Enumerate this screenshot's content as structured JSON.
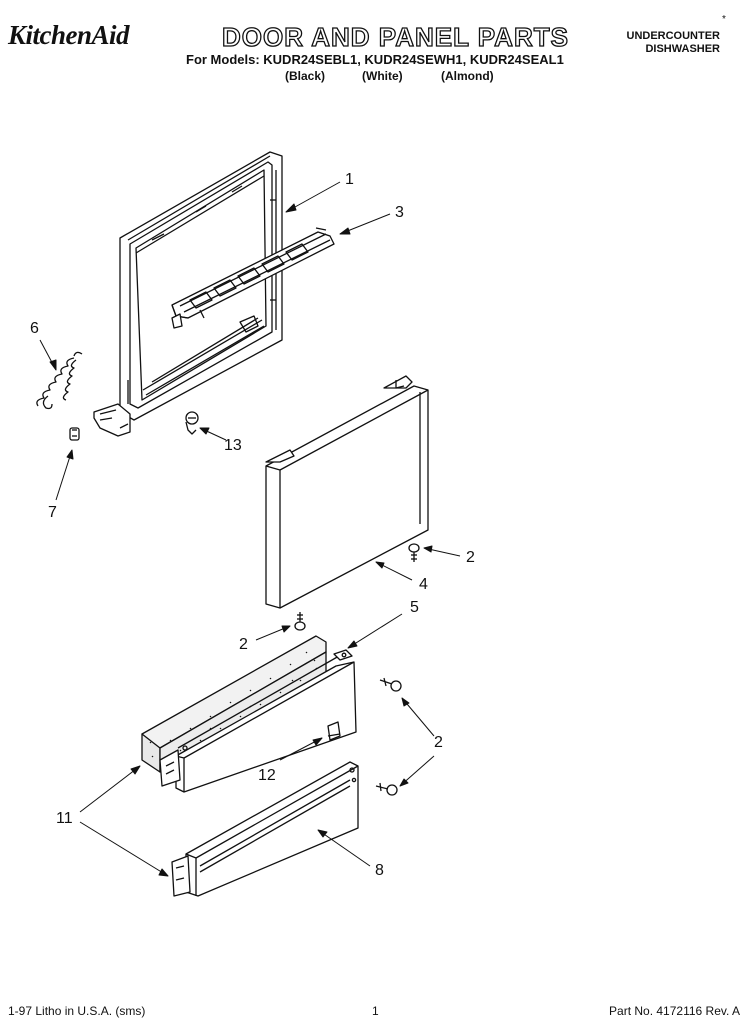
{
  "header": {
    "brand": "KitchenAid",
    "title": "DOOR AND PANEL PARTS",
    "models_line": "For Models: KUDR24SEBL1, KUDR24SEWH1, KUDR24SEAL1",
    "color_black": "(Black)",
    "color_white": "(White)",
    "color_almond": "(Almond)",
    "appliance_line1": "UNDERCOUNTER",
    "appliance_line2": "DISHWASHER",
    "corner_mark": "*"
  },
  "callouts": [
    "1",
    "3",
    "6",
    "13",
    "7",
    "2",
    "4",
    "2",
    "5",
    "2",
    "12",
    "11",
    "8"
  ],
  "footer": {
    "litho": "1-97 Litho in U.S.A. (sms)",
    "page": "1",
    "part_no": "Part No. 4172116 Rev. A"
  }
}
